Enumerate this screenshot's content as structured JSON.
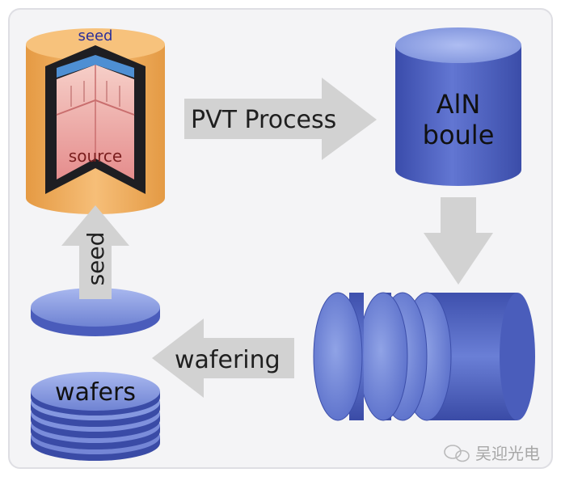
{
  "crucible": {
    "seed_label": "seed",
    "source_label": "source"
  },
  "steps": {
    "pvt_label": "PVT Process",
    "wafering_label": "wafering",
    "seed_arrow_label": "seed"
  },
  "boule": {
    "line1": "AlN",
    "line2": "boule"
  },
  "wafers": {
    "label": "wafers"
  },
  "watermark": {
    "text": "吴迎光电",
    "icon": "wechat-icon"
  },
  "colors": {
    "blue_body": "#4d5fbf",
    "blue_top": "#8fa4e6",
    "arrow_gray": "#d2d2d2",
    "crucible_orange": "#f2ae5e",
    "source_pink": "#ec9c9c",
    "seed_blue": "#4e8fd3"
  }
}
